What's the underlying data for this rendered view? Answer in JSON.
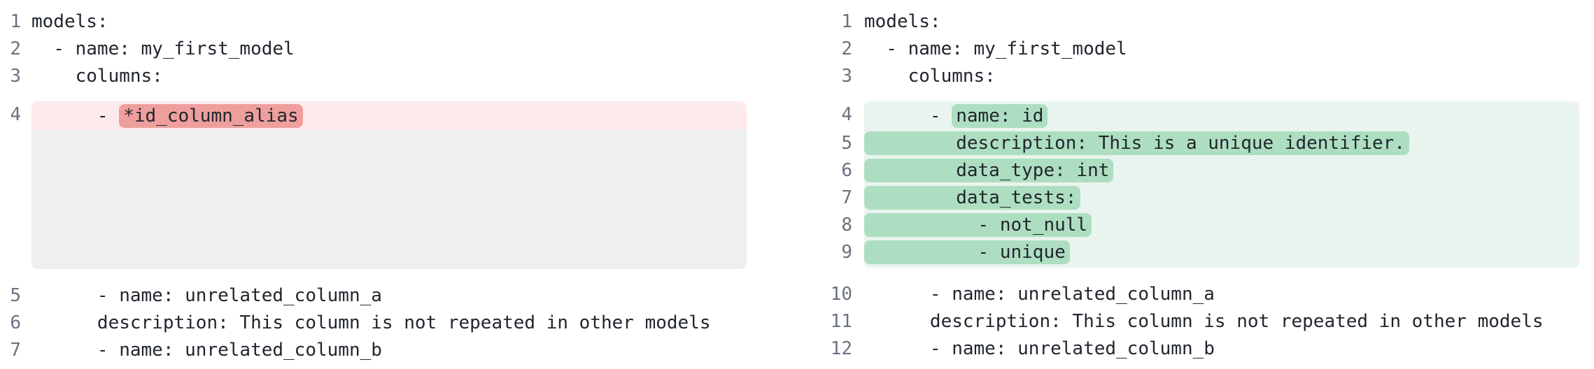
{
  "diff": {
    "colors": {
      "removed_line_bg": "#fcebea",
      "removed_token_bg": "#ee9f9d",
      "added_line_bg": "#eaf4ee",
      "added_token_bg": "#aedec1",
      "collapsed_block_bg": "#edeff0",
      "line_number": "#6b7280",
      "code_text": "#21262e"
    },
    "panels": [
      {
        "side": "before",
        "lines": [
          {
            "num": "1",
            "kind": "context",
            "text": "models:"
          },
          {
            "num": "2",
            "kind": "context",
            "text": "  - name: my_first_model"
          },
          {
            "num": "3",
            "kind": "context",
            "text": "    columns:"
          },
          {
            "num": "4",
            "kind": "removed",
            "prefix": "      - ",
            "highlight": "*id_column_alias"
          },
          {
            "num": "",
            "kind": "spacer",
            "text": ""
          },
          {
            "num": "5",
            "kind": "context",
            "text": "      - name: unrelated_column_a"
          },
          {
            "num": "6",
            "kind": "context",
            "text": "      description: This column is not repeated in other models"
          },
          {
            "num": "7",
            "kind": "context",
            "text": "      - name: unrelated_column_b"
          }
        ]
      },
      {
        "side": "after",
        "lines": [
          {
            "num": "1",
            "kind": "context",
            "text": "models:"
          },
          {
            "num": "2",
            "kind": "context",
            "text": "  - name: my_first_model"
          },
          {
            "num": "3",
            "kind": "context",
            "text": "    columns:"
          },
          {
            "num": "4",
            "kind": "added",
            "prefix": "      - ",
            "highlight": "name: id"
          },
          {
            "num": "5",
            "kind": "added",
            "prefix": "",
            "highlight": "        description: This is a unique identifier."
          },
          {
            "num": "6",
            "kind": "added",
            "prefix": "",
            "highlight": "        data_type: int"
          },
          {
            "num": "7",
            "kind": "added",
            "prefix": "",
            "highlight": "        data_tests:"
          },
          {
            "num": "8",
            "kind": "added",
            "prefix": "",
            "highlight": "          - not_null"
          },
          {
            "num": "9",
            "kind": "added",
            "prefix": "",
            "highlight": "          - unique"
          },
          {
            "num": "10",
            "kind": "context",
            "text": "      - name: unrelated_column_a"
          },
          {
            "num": "11",
            "kind": "context",
            "text": "      description: This column is not repeated in other models"
          },
          {
            "num": "12",
            "kind": "context",
            "text": "      - name: unrelated_column_b"
          }
        ]
      }
    ]
  }
}
